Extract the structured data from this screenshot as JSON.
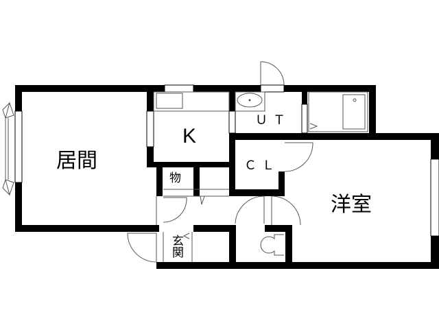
{
  "floorplan": {
    "title": "1LDK floor plan",
    "colors": {
      "wall": "#000000",
      "fixture_line": "#555555",
      "background": "#ffffff"
    },
    "rooms": [
      {
        "id": "living",
        "label": "居間"
      },
      {
        "id": "kitchen",
        "label": "K"
      },
      {
        "id": "utility",
        "label": "ＵＴ"
      },
      {
        "id": "closet",
        "label": "ＣＬ"
      },
      {
        "id": "western_room",
        "label": "洋室"
      },
      {
        "id": "storage",
        "label": "物"
      },
      {
        "id": "entrance",
        "label": "玄関"
      }
    ],
    "fixtures": [
      {
        "id": "kitchen-counter",
        "type": "counter"
      },
      {
        "id": "washbasin",
        "type": "sink"
      },
      {
        "id": "bathtub",
        "type": "bath"
      },
      {
        "id": "toilet",
        "type": "toilet"
      },
      {
        "id": "bay-window",
        "type": "window"
      }
    ]
  }
}
